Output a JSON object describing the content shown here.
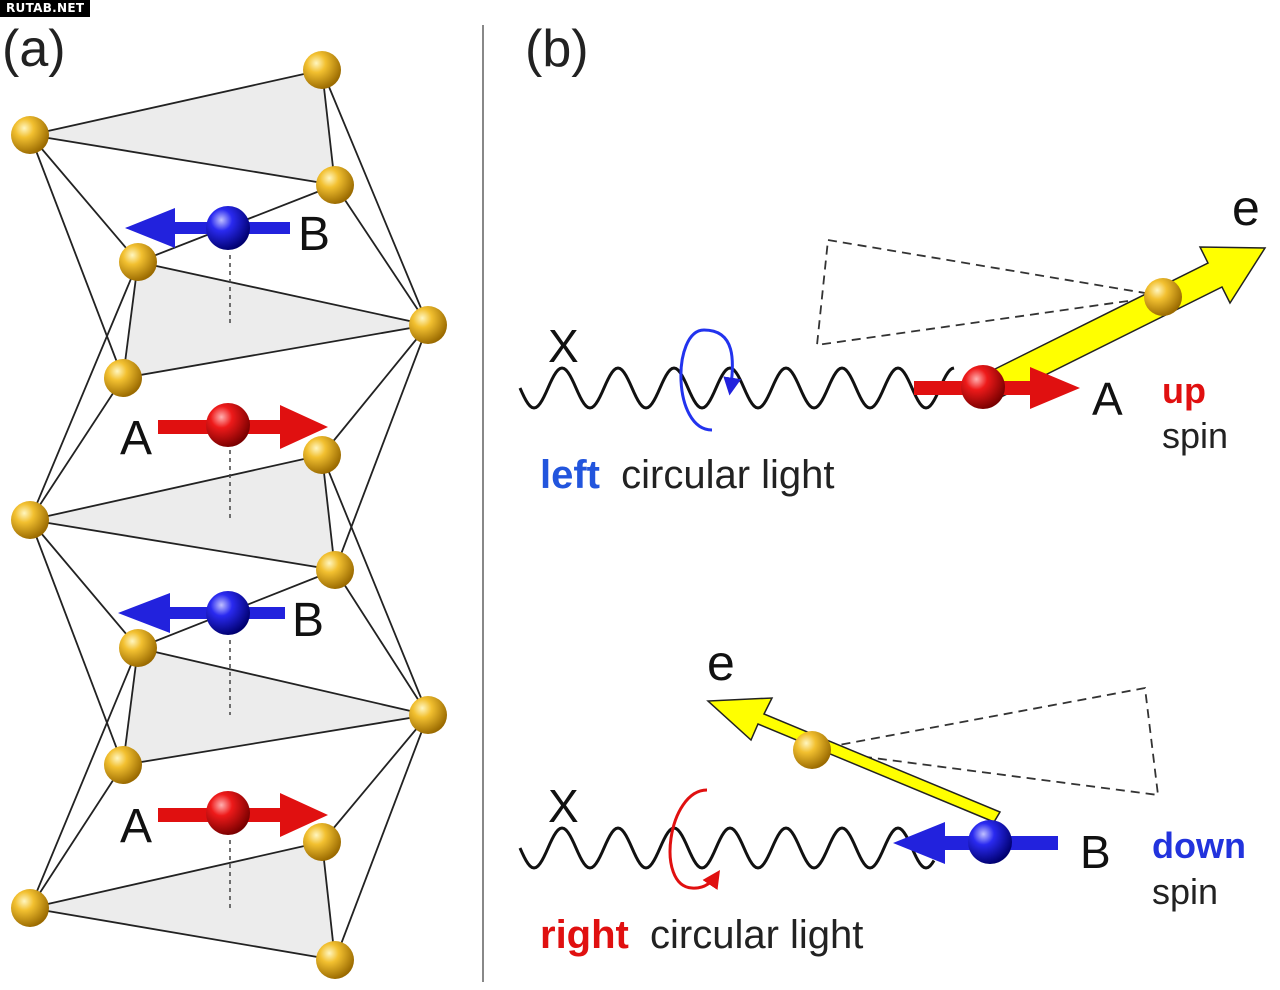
{
  "watermark": "RUTAB.NET",
  "panel_a": {
    "label": "(a)",
    "atom_labels": [
      "B",
      "A",
      "B",
      "A"
    ]
  },
  "panel_b": {
    "label": "(b)",
    "top": {
      "wave_label": "X",
      "light_word": "left",
      "light_rest": "circular light",
      "atom_label": "A",
      "electron_label": "e",
      "spin_word": "up",
      "spin_rest": "spin"
    },
    "bottom": {
      "wave_label": "X",
      "light_word": "right",
      "light_rest": "circular light",
      "atom_label": "B",
      "electron_label": "e",
      "spin_word": "down",
      "spin_rest": "spin"
    }
  },
  "colors": {
    "gold": "#d9a21a",
    "red": "#e01010",
    "blue": "#2222dd",
    "yellow": "#ffff00",
    "facet": "#ececec",
    "divider": "#888888",
    "left_light_text": "#2255dd",
    "right_light_text": "#e01010"
  }
}
